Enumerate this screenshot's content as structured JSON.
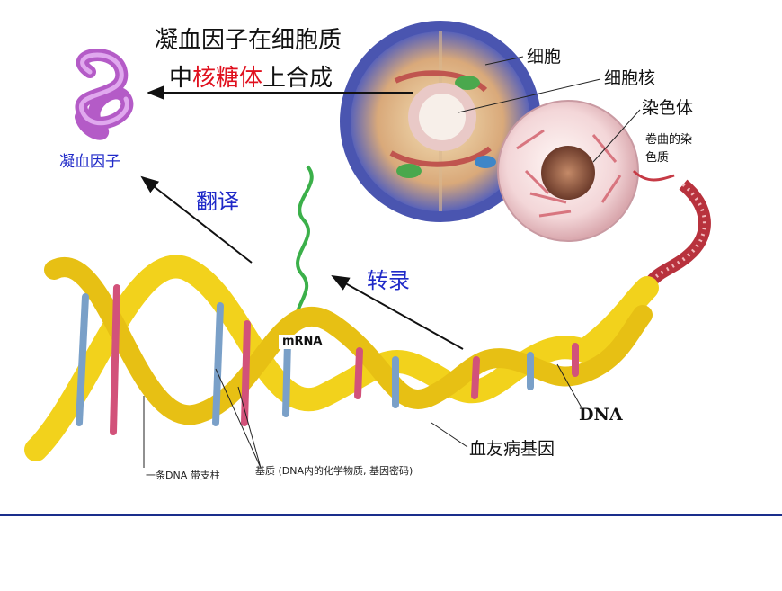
{
  "title": {
    "line1": "凝血因子在细胞质",
    "line2_pre": "中",
    "line2_highlight": "核糖体",
    "line2_post": "上合成"
  },
  "labels": {
    "cell": "细胞",
    "nucleus": "细胞核",
    "chromosome": "染色体",
    "chromatin_line1": "卷曲的染",
    "chromatin_line2": "色质",
    "factor": "凝血因子",
    "translation": "翻译",
    "transcription": "转录",
    "mrna": "mRNA",
    "dna": "DNA",
    "gene": "血友病基因",
    "strand": "一条DNA 带支柱",
    "bases": "基质 (DNA内的化学物质, 基因密码)"
  },
  "colors": {
    "accent_red": "#e0101e",
    "label_blue": "#1f29c8",
    "rule": "#1a2e8c",
    "helix_yellow": "#f2d21c"
  }
}
